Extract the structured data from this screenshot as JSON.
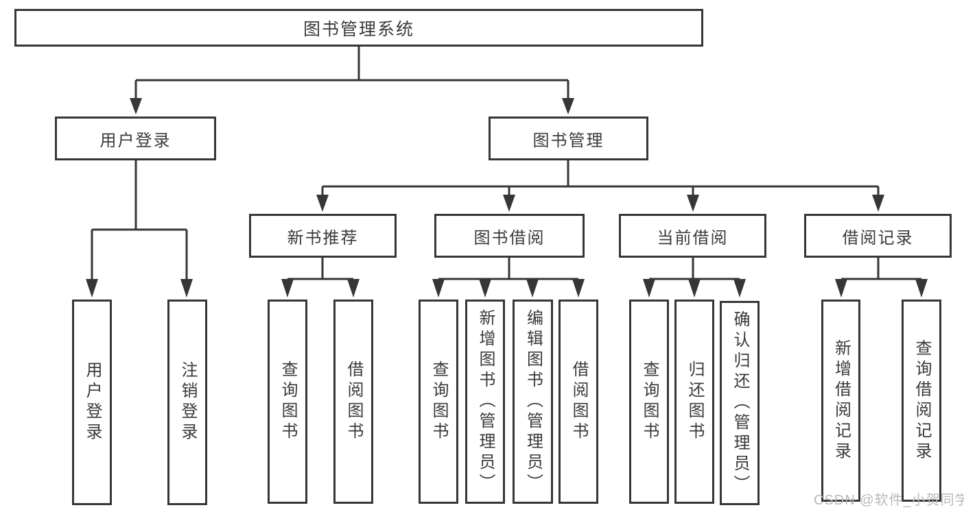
{
  "diagram": {
    "root": {
      "label": "图书管理系统"
    },
    "level2": [
      {
        "label": "用户登录"
      },
      {
        "label": "图书管理"
      }
    ],
    "level3": [
      {
        "label": "新书推荐"
      },
      {
        "label": "图书借阅"
      },
      {
        "label": "当前借阅"
      },
      {
        "label": "借阅记录"
      }
    ],
    "leaves": [
      {
        "label": "用户登录"
      },
      {
        "label": "注销登录"
      },
      {
        "label": "查询图书"
      },
      {
        "label": "借阅图书"
      },
      {
        "label": "查询图书"
      },
      {
        "label": "新增图书（管理员）"
      },
      {
        "label": "编辑图书（管理员）"
      },
      {
        "label": "借阅图书"
      },
      {
        "label": "查询图书"
      },
      {
        "label": "归还图书"
      },
      {
        "label": "确认归还（管理员）"
      },
      {
        "label": "新增借阅记录"
      },
      {
        "label": "查询借阅记录"
      }
    ]
  },
  "watermark": {
    "text": "CSDN @软件_小贺同学"
  },
  "colors": {
    "line": "#363636",
    "text": "#3a3a3a",
    "watermark": "#b9b9b9",
    "background": "#ffffff"
  }
}
